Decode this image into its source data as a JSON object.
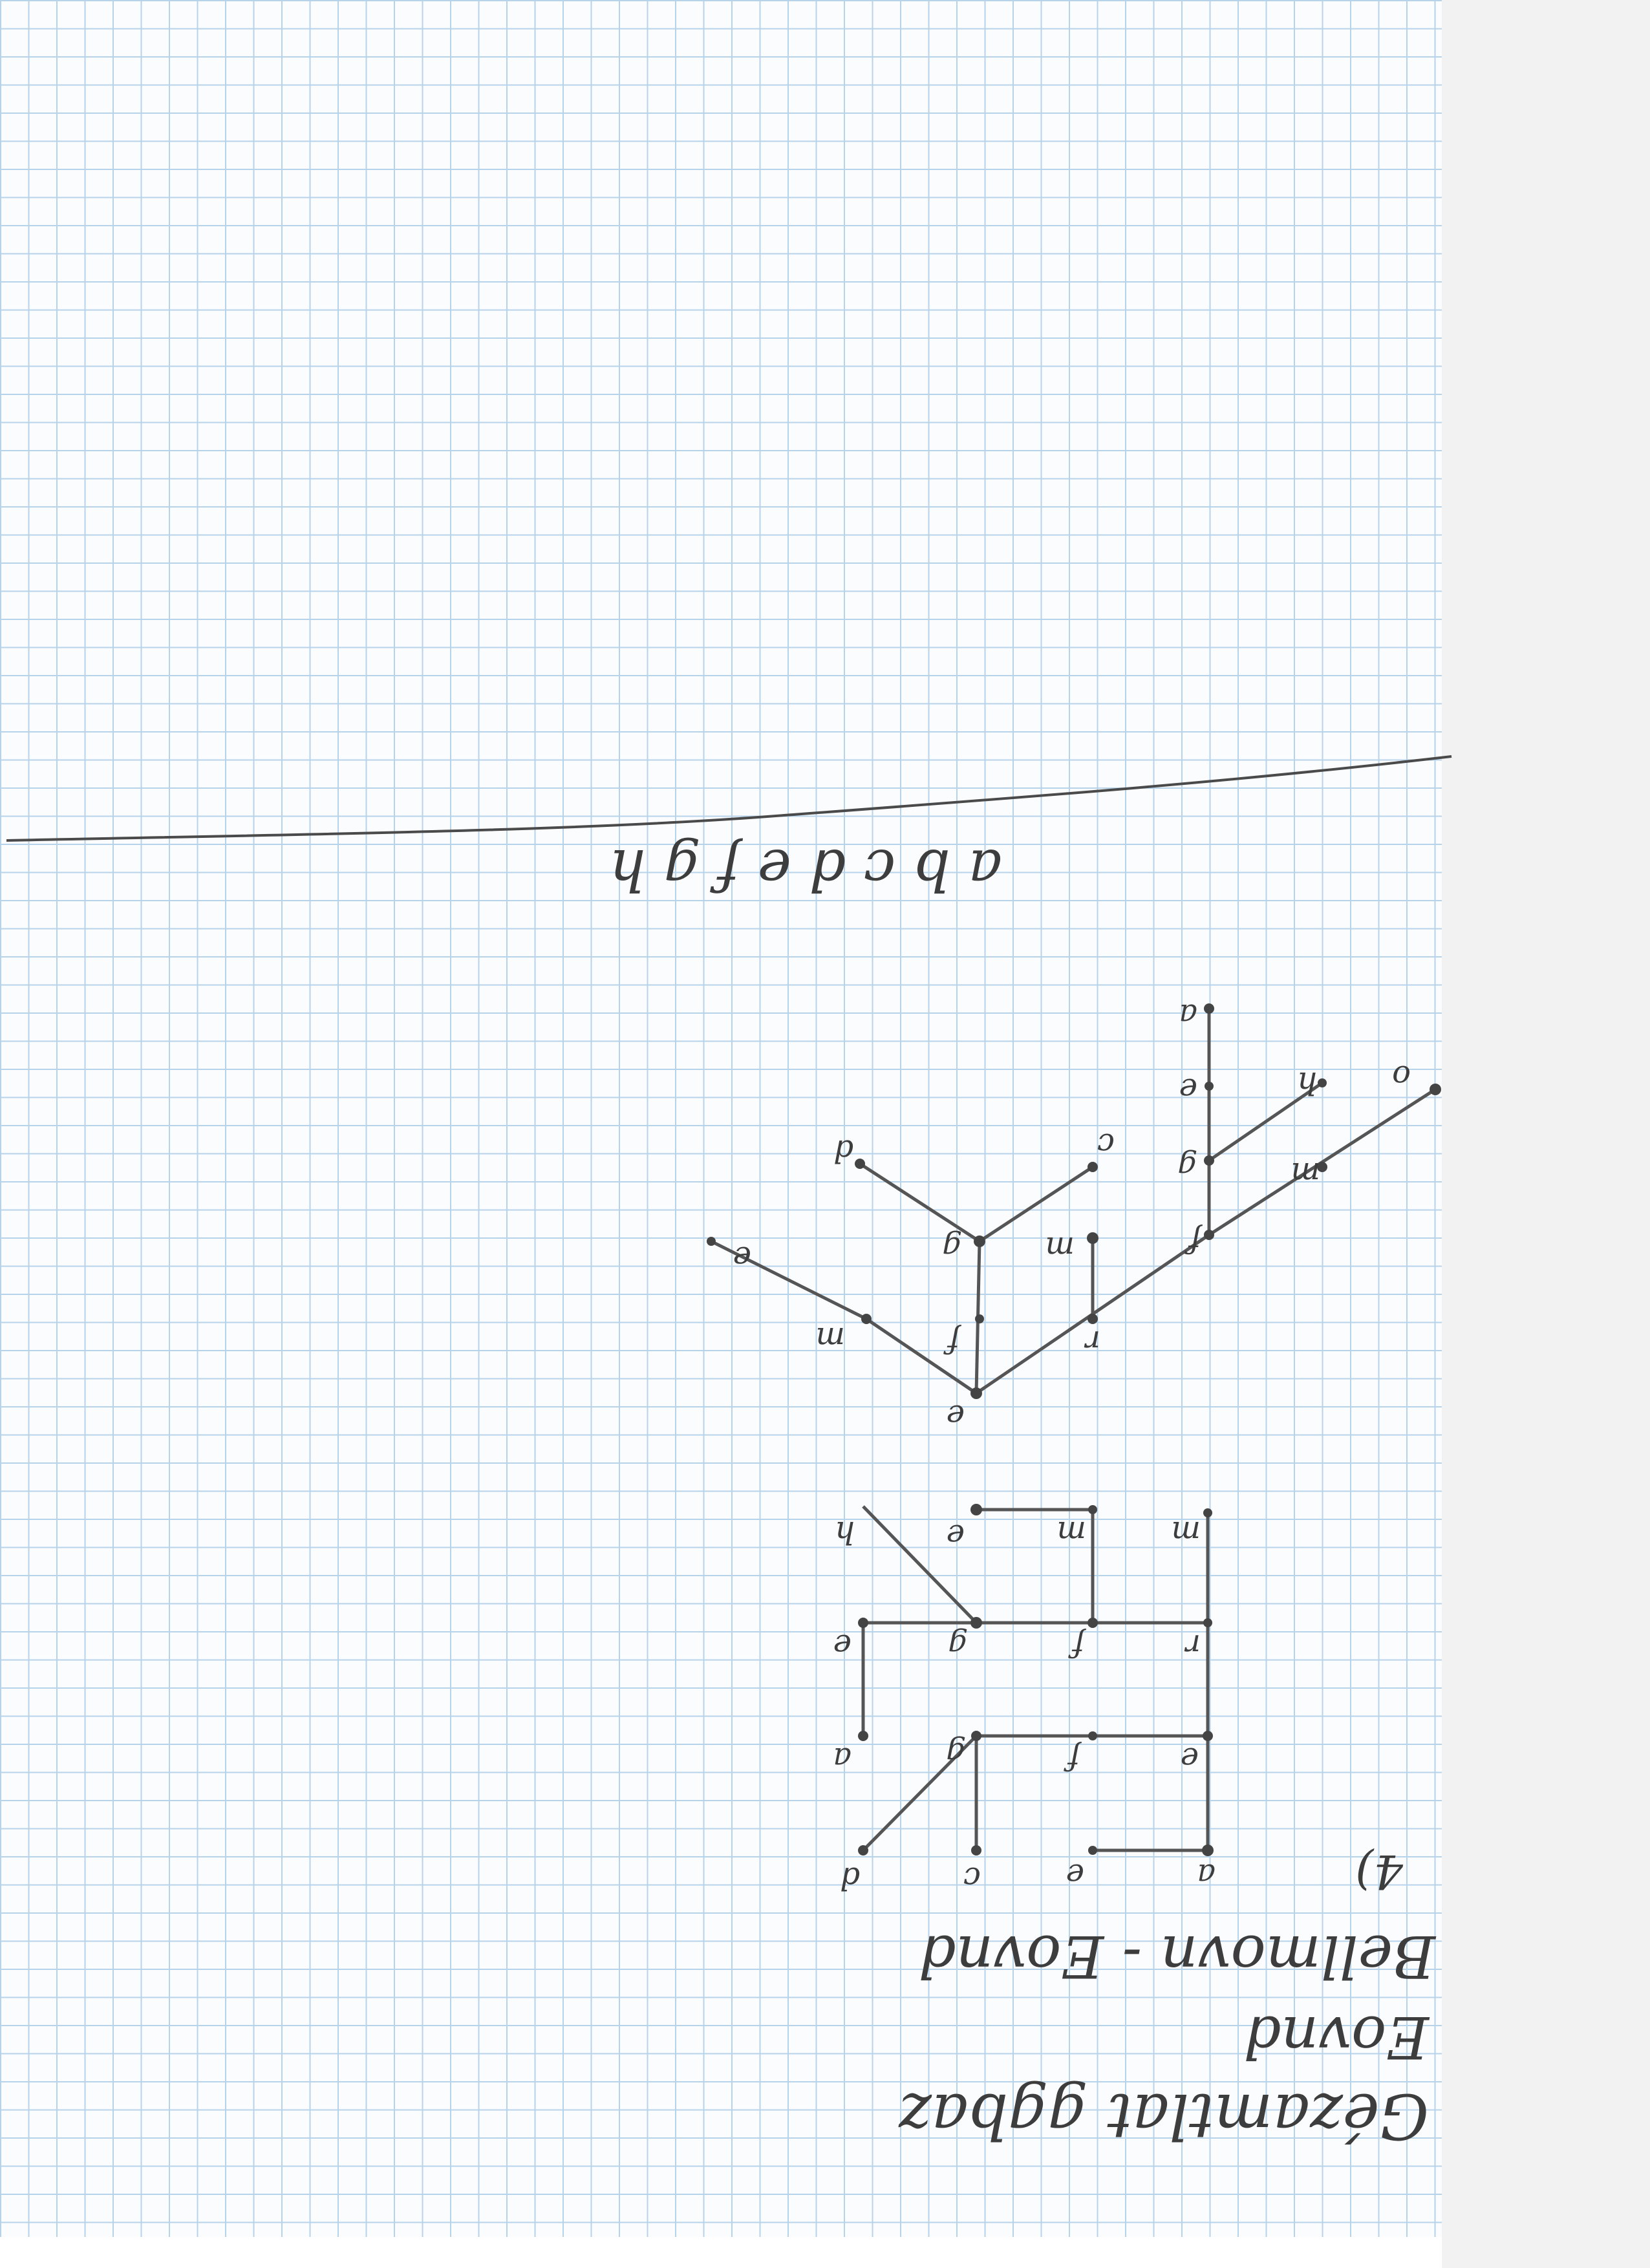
{
  "page": {
    "paper_color": "#fbfcfd",
    "grid_color": "#b7d3ea",
    "ink_color": "#555555"
  },
  "notes": {
    "title_line1": "Gézamtlat ggbaz",
    "title_line2": "Eovnd",
    "title_line3": "Bellmovn - Eovnd",
    "exercise_number": "4)",
    "bottom_labels": "a b c d   e f g h"
  },
  "graph_grid": {
    "nodes": [
      "a",
      "e",
      "c",
      "d",
      "e",
      "f",
      "g",
      "a",
      "r",
      "f",
      "g",
      "e",
      "m",
      "m",
      "e",
      "h"
    ]
  },
  "graph_tree": {
    "nodes": [
      "e",
      "f",
      "g",
      "d",
      "c",
      "m",
      "r",
      "m",
      "e",
      "f",
      "g",
      "e",
      "a",
      "m",
      "h",
      "o"
    ]
  }
}
